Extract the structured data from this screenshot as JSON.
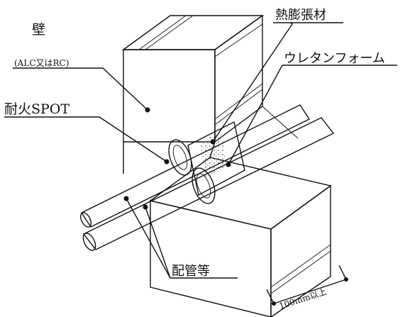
{
  "labels": {
    "wall": "壁",
    "wall_sub": "(ALC又はRC)",
    "thermal": "熱膨張材",
    "urethane": "ウレタンフォーム",
    "spot": "耐火SPOT",
    "pipes": "配管等",
    "dimension": "100mm以上"
  },
  "colors": {
    "ink": "#111111",
    "paper": "#ffffff"
  }
}
